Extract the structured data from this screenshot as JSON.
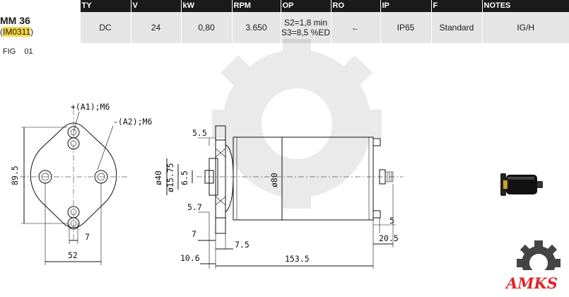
{
  "table": {
    "headers": [
      "",
      "TY",
      "V",
      "kW",
      "RPM",
      "OP",
      "RO",
      "IP",
      "F",
      "NOTES"
    ],
    "model": {
      "name": "MM 36",
      "code_prefix": "(",
      "code": "IM0311",
      "code_suffix": ")"
    },
    "row": {
      "type": "DC",
      "voltage": "24",
      "kw": "0,80",
      "rpm": "3.650",
      "op_line1": "S2=1,8 min",
      "op_line2": "S3=8,5 %ED",
      "rotation": "←",
      "ip": "IP65",
      "flange": "Standard",
      "notes": "IG/H"
    }
  },
  "figure": {
    "label": "FIG",
    "number": "01"
  },
  "front_view": {
    "terminal_a1": "+(A1);M6",
    "terminal_a2": "-(A2);M6",
    "height_dim": "89.5",
    "width_dim": "52",
    "small_dim": "7"
  },
  "side_view": {
    "dim_5_5": "5.5",
    "dim_40": "ø40",
    "dim_15_75": "ø15.75",
    "dim_6_5": "6.5",
    "dim_80": "ø80",
    "dim_5_7": "5.7",
    "dim_7": "7",
    "dim_7_5": "7.5",
    "dim_10_6": "10.6",
    "dim_153_5": "153.5",
    "dim_5": "5",
    "dim_20_5": "20.5"
  },
  "logo": {
    "text": "AMKS"
  },
  "colors": {
    "header_bg": "#1a1a1a",
    "row_bg": "#e6e6e6",
    "highlight": "#f7d84a",
    "logo_gear": "#444444",
    "logo_text": "#e0242a"
  }
}
